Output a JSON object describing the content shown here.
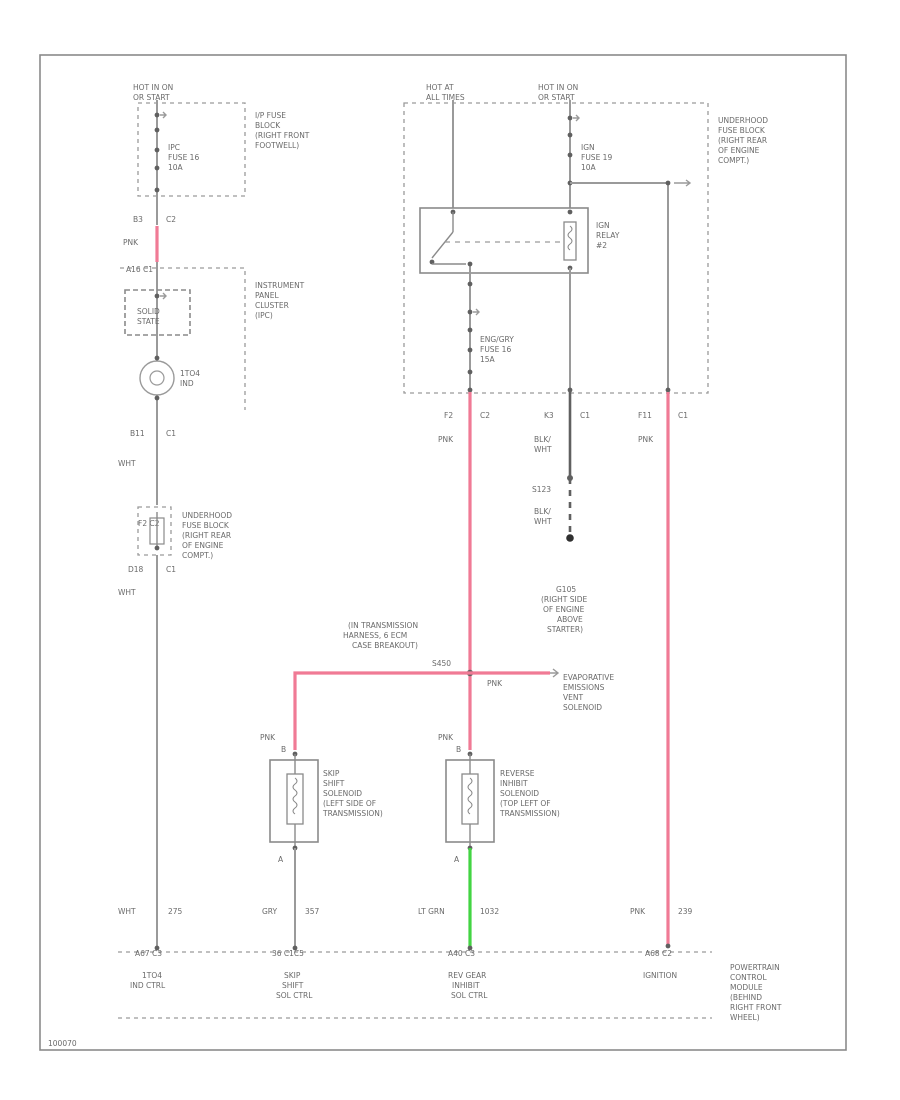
{
  "diagram_id": "100070",
  "colors": {
    "pink": "#f07a95",
    "green": "#43d443",
    "gray": "#9a9a9a"
  },
  "power": {
    "hot_run_left": [
      "HOT IN ON",
      "OR START"
    ],
    "hot_at_all": [
      "HOT AT",
      "ALL TIMES"
    ],
    "hot_run_right": [
      "HOT IN ON",
      "OR START"
    ]
  },
  "ip_fuse_block": [
    "I/P FUSE",
    "BLOCK",
    "(RIGHT FRONT",
    "FOOTWELL)"
  ],
  "ipc_fuse": [
    "IPC",
    "FUSE 16",
    "10A"
  ],
  "conn_ipc": {
    "pin": "B3",
    "conn": "C2",
    "color": "PNK"
  },
  "cluster_conn": "A16  C1",
  "cluster_label": [
    "INSTRUMENT",
    "PANEL",
    "CLUSTER",
    "(IPC)"
  ],
  "solid_state": [
    "SOLID",
    "STATE"
  ],
  "lamp": [
    "1TO4",
    "IND"
  ],
  "conn_b11": {
    "pin": "B11",
    "conn": "C1",
    "color": "WHT"
  },
  "conn_f2": "F2 C2",
  "fuse_block_label": [
    "UNDERHOOD",
    "FUSE BLOCK",
    "(RIGHT REAR",
    "OF ENGINE",
    "COMPT.)"
  ],
  "conn_d18": {
    "pin": "D18",
    "conn": "C1",
    "color": "WHT"
  },
  "ign_fuse": [
    "IGN",
    "FUSE 19",
    "10A"
  ],
  "ign_relay": [
    "IGN",
    "RELAY",
    "#2"
  ],
  "enc_fuse": [
    "ENG/GRY",
    "FUSE 16",
    "15A"
  ],
  "fuse_block_label_right": [
    "UNDERHOOD",
    "FUSE BLOCK",
    "(RIGHT REAR",
    "OF ENGINE",
    "COMPT.)"
  ],
  "conn_row": {
    "f2": [
      "F2",
      "C2"
    ],
    "k3": [
      "K3",
      "C1"
    ],
    "f11": [
      "F11",
      "C1"
    ]
  },
  "wire_labels": {
    "pnk1": "PNK",
    "blk_wht1": [
      "BLK/",
      "WHT"
    ],
    "s123": "S123",
    "blk_wht2": [
      "BLK/",
      "WHT"
    ],
    "pnk3": "PNK"
  },
  "ground": [
    "G105",
    "(RIGHT SIDE",
    "OF ENGINE",
    "ABOVE",
    "STARTER)"
  ],
  "splice": [
    "(IN TRANSMISSION",
    "HARNESS, 6 ECM",
    "CASE BREAKOUT)"
  ],
  "splice_id": "S450",
  "splice_pnk": "PNK",
  "evap": [
    "EVAPORATIVE",
    "EMISSIONS",
    "VENT",
    "SOLENOID"
  ],
  "skip_sol": {
    "wire": "PNK",
    "pin_top": "B",
    "pin_bot": "A",
    "label": [
      "SKIP",
      "SHIFT",
      "SOLENOID",
      "(LEFT SIDE OF",
      "TRANSMISSION)"
    ]
  },
  "rev_sol": {
    "wire": "PNK",
    "pin_top": "B",
    "pin_bot": "A",
    "label": [
      "REVERSE",
      "INHIBIT",
      "SOLENOID",
      "(TOP LEFT OF",
      "TRANSMISSION)"
    ]
  },
  "bottom_wires": [
    {
      "color": "WHT",
      "circuit": "275"
    },
    {
      "color": "GRY",
      "circuit": "357"
    },
    {
      "color": "LT GRN",
      "circuit": "1032"
    },
    {
      "color": "PNK",
      "circuit": "239"
    }
  ],
  "pcm_pins": [
    "A67  C3",
    "36  C1C5",
    "A40  C3",
    "A68  C2"
  ],
  "pcm_signals": [
    [
      "1TO4",
      "IND CTRL"
    ],
    [
      "SKIP",
      "SHIFT",
      "SOL CTRL"
    ],
    [
      "REV GEAR",
      "INHIBIT",
      "SOL CTRL"
    ],
    [
      "IGNITION"
    ]
  ],
  "pcm_label": [
    "POWERTRAIN",
    "CONTROL",
    "MODULE",
    "(BEHIND",
    "RIGHT FRONT",
    "WHEEL)"
  ]
}
